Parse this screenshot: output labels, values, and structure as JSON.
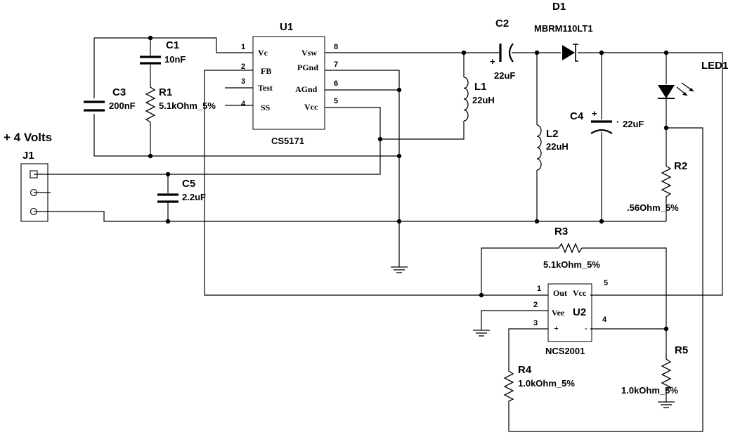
{
  "supply_label": "+ 4 Volts",
  "connector": {
    "ref": "J1"
  },
  "u1": {
    "ref": "U1",
    "part": "CS5171",
    "pins": [
      {
        "num": "1",
        "name": "Vc"
      },
      {
        "num": "2",
        "name": "FB"
      },
      {
        "num": "3",
        "name": "Test"
      },
      {
        "num": "4",
        "name": "SS"
      },
      {
        "num": "8",
        "name": "Vsw"
      },
      {
        "num": "7",
        "name": "PGnd"
      },
      {
        "num": "6",
        "name": "AGnd"
      },
      {
        "num": "5",
        "name": "Vcc"
      }
    ]
  },
  "u2": {
    "ref": "U2",
    "part": "NCS2001",
    "pins": [
      {
        "num": "1",
        "name": "Out"
      },
      {
        "num": "5",
        "name": "Vcc"
      },
      {
        "num": "2",
        "name": "Vee"
      },
      {
        "num": "3",
        "name": "+"
      },
      {
        "num": "4",
        "name": "-"
      }
    ]
  },
  "components": {
    "c1": {
      "ref": "C1",
      "value": "10nF"
    },
    "c2": {
      "ref": "C2",
      "value": "22uF"
    },
    "c3": {
      "ref": "C3",
      "value": "200nF"
    },
    "c4": {
      "ref": "C4",
      "value": "22uF"
    },
    "c5": {
      "ref": "C5",
      "value": "2.2uF"
    },
    "r1": {
      "ref": "R1",
      "value": "5.1kOhm_5%"
    },
    "r2": {
      "ref": "R2",
      "value": ".56Ohm_5%"
    },
    "r3": {
      "ref": "R3",
      "value": "5.1kOhm_5%"
    },
    "r4": {
      "ref": "R4",
      "value": "1.0kOhm_5%"
    },
    "r5": {
      "ref": "R5",
      "value": "1.0kOhm_5%"
    },
    "l1": {
      "ref": "L1",
      "value": "22uH"
    },
    "l2": {
      "ref": "L2",
      "value": "22uH"
    },
    "d1": {
      "ref": "D1",
      "value": "MBRM110LT1"
    },
    "led1": {
      "ref": "LED1"
    }
  },
  "polarity": {
    "plus": "+"
  }
}
